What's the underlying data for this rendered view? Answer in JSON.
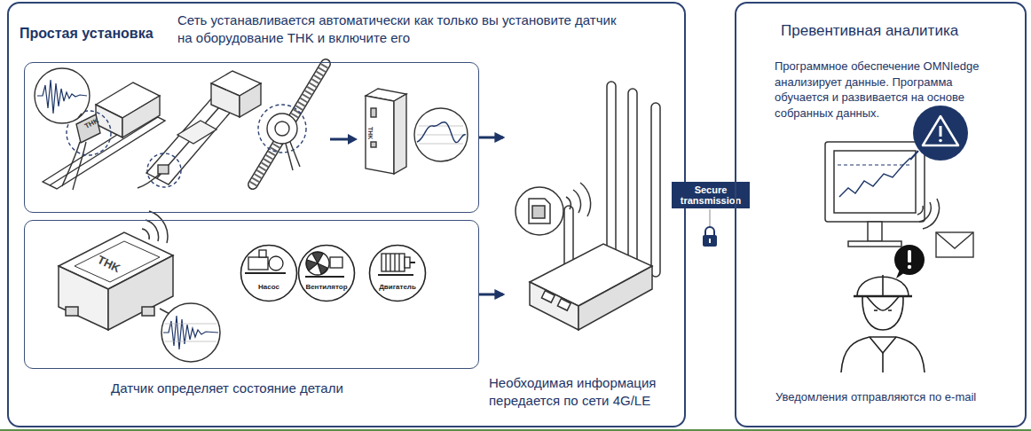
{
  "diagram": {
    "nodes": [
      {
        "text": [
          "Простая установка",
          "Сеть устанавливается автоматически как только вы установите датчик на оборудование THK и включите его"
        ]
      },
      {
        "text": [
          "THK",
          "THK"
        ],
        "in": 0
      },
      {
        "text": [
          "THK"
        ],
        "in": 0
      },
      {
        "text": [
          "Насос"
        ],
        "in": 2
      },
      {
        "text": [
          "Вентилятор"
        ],
        "in": 2
      },
      {
        "text": [
          "Двигатель"
        ],
        "in": 2
      },
      {
        "text": [
          "Необходимая информация передается по сети 4G/LE"
        ],
        "in": 0
      },
      {
        "text": [
          "Secure transmission"
        ]
      },
      {
        "text": [
          "Превентивная аналитика",
          "Программное обеспечение OMNIedge анализирует данные. Программа обучается и развивается на основе собранных данных.",
          "Уведомления отправляются по e-mail"
        ]
      }
    ],
    "edges": [
      {
        "from": 1,
        "to": 6,
        "arrow": "to"
      },
      {
        "from": 2,
        "to": 6,
        "arrow": "to"
      }
    ],
    "labels": [
      "Датчик определяет состояние детали"
    ]
  }
}
